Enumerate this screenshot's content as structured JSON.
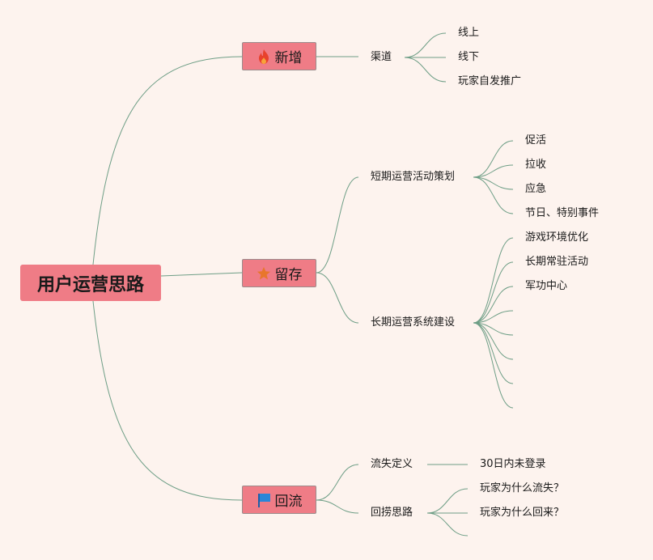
{
  "root": {
    "label": "用户运营思路"
  },
  "branches": [
    {
      "label": "新增",
      "icon": "fire-icon",
      "children": [
        {
          "label": "渠道",
          "children": [
            "线上",
            "线下",
            "玩家自发推广"
          ]
        }
      ]
    },
    {
      "label": "留存",
      "icon": "star-icon",
      "children": [
        {
          "label": "短期运营活动策划",
          "children": [
            "促活",
            "拉收",
            "应急",
            "节日、特别事件"
          ]
        },
        {
          "label": "长期运营系统建设",
          "children": [
            "游戏环境优化",
            "长期常驻活动",
            "军功中心",
            "",
            "",
            "",
            "",
            ""
          ]
        }
      ]
    },
    {
      "label": "回流",
      "icon": "flag-icon",
      "children": [
        {
          "label": "流失定义",
          "children": [
            "30日内未登录"
          ]
        },
        {
          "label": "回捞思路",
          "children": [
            "玩家为什么流失？",
            "玩家为什么回来？",
            ""
          ]
        }
      ]
    }
  ],
  "colors": {
    "node_fill": "#ef7c86",
    "connector": "#6e9e86",
    "background": "#fdf3ee",
    "fire": "#e8412c",
    "star": "#e8762c",
    "flag": "#2a86d8"
  }
}
